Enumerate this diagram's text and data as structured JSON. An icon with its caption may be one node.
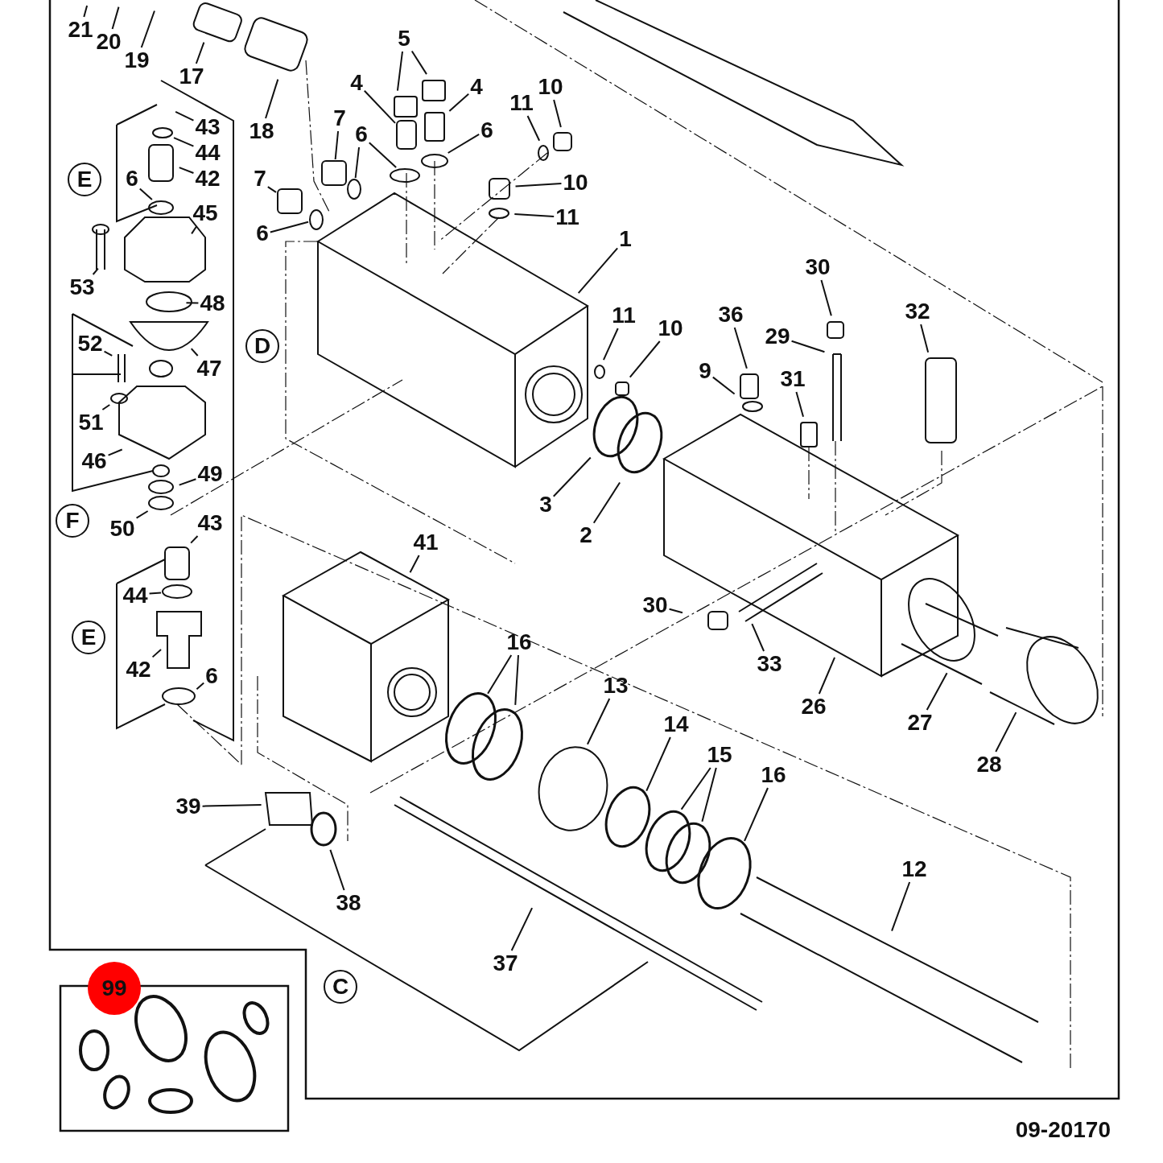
{
  "diagram": {
    "nodes": [
      {
        "text": [
          "21"
        ]
      },
      {
        "text": [
          "20"
        ]
      },
      {
        "text": [
          "19"
        ]
      },
      {
        "text": [
          "17"
        ]
      },
      {
        "text": [
          "18"
        ]
      },
      {
        "text": [
          "5"
        ]
      },
      {
        "text": [
          "4"
        ]
      },
      {
        "text": [
          "4"
        ]
      },
      {
        "text": [
          "7"
        ]
      },
      {
        "text": [
          "6"
        ]
      },
      {
        "text": [
          "6"
        ]
      },
      {
        "text": [
          "11"
        ]
      },
      {
        "text": [
          "10"
        ]
      },
      {
        "text": [
          "10"
        ]
      },
      {
        "text": [
          "11"
        ]
      },
      {
        "text": [
          "7"
        ]
      },
      {
        "text": [
          "6"
        ]
      },
      {
        "text": [
          "1"
        ]
      },
      {
        "text": [
          "43"
        ]
      },
      {
        "text": [
          "44"
        ]
      },
      {
        "text": [
          "42"
        ]
      },
      {
        "text": [
          "6"
        ]
      },
      {
        "text": [
          "45"
        ]
      },
      {
        "text": [
          "53"
        ]
      },
      {
        "text": [
          "48"
        ]
      },
      {
        "text": [
          "47"
        ]
      },
      {
        "text": [
          "52"
        ]
      },
      {
        "text": [
          "51"
        ]
      },
      {
        "text": [
          "46"
        ]
      },
      {
        "text": [
          "49"
        ]
      },
      {
        "text": [
          "50"
        ]
      },
      {
        "text": [
          "43"
        ]
      },
      {
        "text": [
          "44"
        ]
      },
      {
        "text": [
          "42"
        ]
      },
      {
        "text": [
          "6"
        ]
      },
      {
        "text": [
          "11"
        ]
      },
      {
        "text": [
          "10"
        ]
      },
      {
        "text": [
          "3"
        ]
      },
      {
        "text": [
          "2"
        ]
      },
      {
        "text": [
          "30"
        ]
      },
      {
        "text": [
          "36"
        ]
      },
      {
        "text": [
          "29"
        ]
      },
      {
        "text": [
          "32"
        ]
      },
      {
        "text": [
          "9"
        ]
      },
      {
        "text": [
          "31"
        ]
      },
      {
        "text": [
          "41"
        ]
      },
      {
        "text": [
          "30"
        ]
      },
      {
        "text": [
          "33"
        ]
      },
      {
        "text": [
          "26"
        ]
      },
      {
        "text": [
          "27"
        ]
      },
      {
        "text": [
          "28"
        ]
      },
      {
        "text": [
          "16"
        ]
      },
      {
        "text": [
          "13"
        ]
      },
      {
        "text": [
          "14"
        ]
      },
      {
        "text": [
          "15"
        ]
      },
      {
        "text": [
          "16"
        ]
      },
      {
        "text": [
          "12"
        ]
      },
      {
        "text": [
          "39"
        ]
      },
      {
        "text": [
          "38"
        ]
      },
      {
        "text": [
          "37"
        ]
      },
      {
        "text": [
          "E"
        ]
      },
      {
        "text": [
          "D"
        ]
      },
      {
        "text": [
          "F"
        ]
      },
      {
        "text": [
          "E"
        ]
      },
      {
        "text": [
          "C"
        ]
      },
      {
        "text": [
          "99"
        ]
      },
      {
        "text": [],
        "shape": "box"
      },
      {
        "text": [],
        "shape": "box"
      },
      {
        "text": [],
        "shape": "ring"
      },
      {
        "text": [],
        "shape": "ring"
      },
      {
        "text": [],
        "shape": "box"
      },
      {
        "text": [],
        "shape": "ring"
      },
      {
        "text": [],
        "shape": "ring"
      },
      {
        "text": [],
        "shape": "ring"
      },
      {
        "text": [],
        "shape": "ring"
      },
      {
        "text": [],
        "shape": "ring"
      },
      {
        "text": [],
        "shape": "ring"
      },
      {
        "text": [],
        "shape": "ring"
      }
    ],
    "edges": [
      {
        "from": 0,
        "to": null,
        "arrow": "none"
      },
      {
        "from": 1,
        "to": null,
        "arrow": "none"
      },
      {
        "from": 2,
        "to": null,
        "arrow": "none"
      },
      {
        "from": 3,
        "to": null,
        "arrow": "none"
      },
      {
        "from": 4,
        "to": null,
        "arrow": "none"
      },
      {
        "from": 5,
        "to": null,
        "arrow": "none"
      },
      {
        "from": 5,
        "to": null,
        "arrow": "none"
      },
      {
        "from": 6,
        "to": 66,
        "arrow": "none"
      },
      {
        "from": 7,
        "to": null,
        "arrow": "none"
      },
      {
        "from": 8,
        "to": 67,
        "arrow": "none"
      },
      {
        "from": 9,
        "to": 76,
        "arrow": "none"
      },
      {
        "from": 9,
        "to": 68,
        "arrow": "none"
      },
      {
        "from": 10,
        "to": 69,
        "arrow": "none"
      },
      {
        "from": 11,
        "to": null,
        "arrow": "none"
      },
      {
        "from": 12,
        "to": null,
        "arrow": "none"
      },
      {
        "from": 13,
        "to": null,
        "arrow": "none"
      },
      {
        "from": 14,
        "to": null,
        "arrow": "none"
      },
      {
        "from": 15,
        "to": 70,
        "arrow": "none"
      },
      {
        "from": 16,
        "to": 77,
        "arrow": "none"
      },
      {
        "from": 17,
        "to": null,
        "arrow": "none"
      },
      {
        "from": 18,
        "to": null,
        "arrow": "none"
      },
      {
        "from": 19,
        "to": 71,
        "arrow": "none"
      },
      {
        "from": 20,
        "to": null,
        "arrow": "none"
      },
      {
        "from": 21,
        "to": 72,
        "arrow": "none"
      },
      {
        "from": 22,
        "to": null,
        "arrow": "none"
      },
      {
        "from": 23,
        "to": null,
        "arrow": "none"
      },
      {
        "from": 24,
        "to": null,
        "arrow": "none"
      },
      {
        "from": 25,
        "to": null,
        "arrow": "none"
      },
      {
        "from": 26,
        "to": null,
        "arrow": "none"
      },
      {
        "from": 27,
        "to": 73,
        "arrow": "none"
      },
      {
        "from": 28,
        "to": null,
        "arrow": "none"
      },
      {
        "from": 29,
        "to": null,
        "arrow": "none"
      },
      {
        "from": 30,
        "to": 74,
        "arrow": "none"
      },
      {
        "from": 31,
        "to": null,
        "arrow": "none"
      },
      {
        "from": 32,
        "to": 75,
        "arrow": "none"
      },
      {
        "from": 33,
        "to": null,
        "arrow": "none"
      },
      {
        "from": 34,
        "to": null,
        "arrow": "none"
      },
      {
        "from": 35,
        "to": null,
        "arrow": "none"
      },
      {
        "from": 36,
        "to": null,
        "arrow": "none"
      },
      {
        "from": 37,
        "to": null,
        "arrow": "none"
      },
      {
        "from": 38,
        "to": null,
        "arrow": "none"
      },
      {
        "from": 39,
        "to": null,
        "arrow": "none"
      },
      {
        "from": 40,
        "to": null,
        "arrow": "none"
      },
      {
        "from": 41,
        "to": null,
        "arrow": "none"
      },
      {
        "from": 42,
        "to": null,
        "arrow": "none"
      },
      {
        "from": 43,
        "to": null,
        "arrow": "none"
      },
      {
        "from": 44,
        "to": null,
        "arrow": "none"
      },
      {
        "from": 45,
        "to": null,
        "arrow": "none"
      },
      {
        "from": 46,
        "to": null,
        "arrow": "none"
      },
      {
        "from": 47,
        "to": null,
        "arrow": "none"
      },
      {
        "from": 48,
        "to": null,
        "arrow": "none"
      },
      {
        "from": 49,
        "to": null,
        "arrow": "none"
      },
      {
        "from": 50,
        "to": null,
        "arrow": "none"
      },
      {
        "from": 51,
        "to": null,
        "arrow": "none"
      },
      {
        "from": 51,
        "to": null,
        "arrow": "none"
      },
      {
        "from": 52,
        "to": null,
        "arrow": "none"
      },
      {
        "from": 53,
        "to": null,
        "arrow": "none"
      },
      {
        "from": 54,
        "to": null,
        "arrow": "none"
      },
      {
        "from": 54,
        "to": null,
        "arrow": "none"
      },
      {
        "from": 55,
        "to": null,
        "arrow": "none"
      },
      {
        "from": 56,
        "to": null,
        "arrow": "none"
      },
      {
        "from": 57,
        "to": null,
        "arrow": "none"
      },
      {
        "from": 58,
        "to": null,
        "arrow": "none"
      },
      {
        "from": 59,
        "to": null,
        "arrow": "none"
      }
    ],
    "labels": [
      "09-20170"
    ]
  }
}
